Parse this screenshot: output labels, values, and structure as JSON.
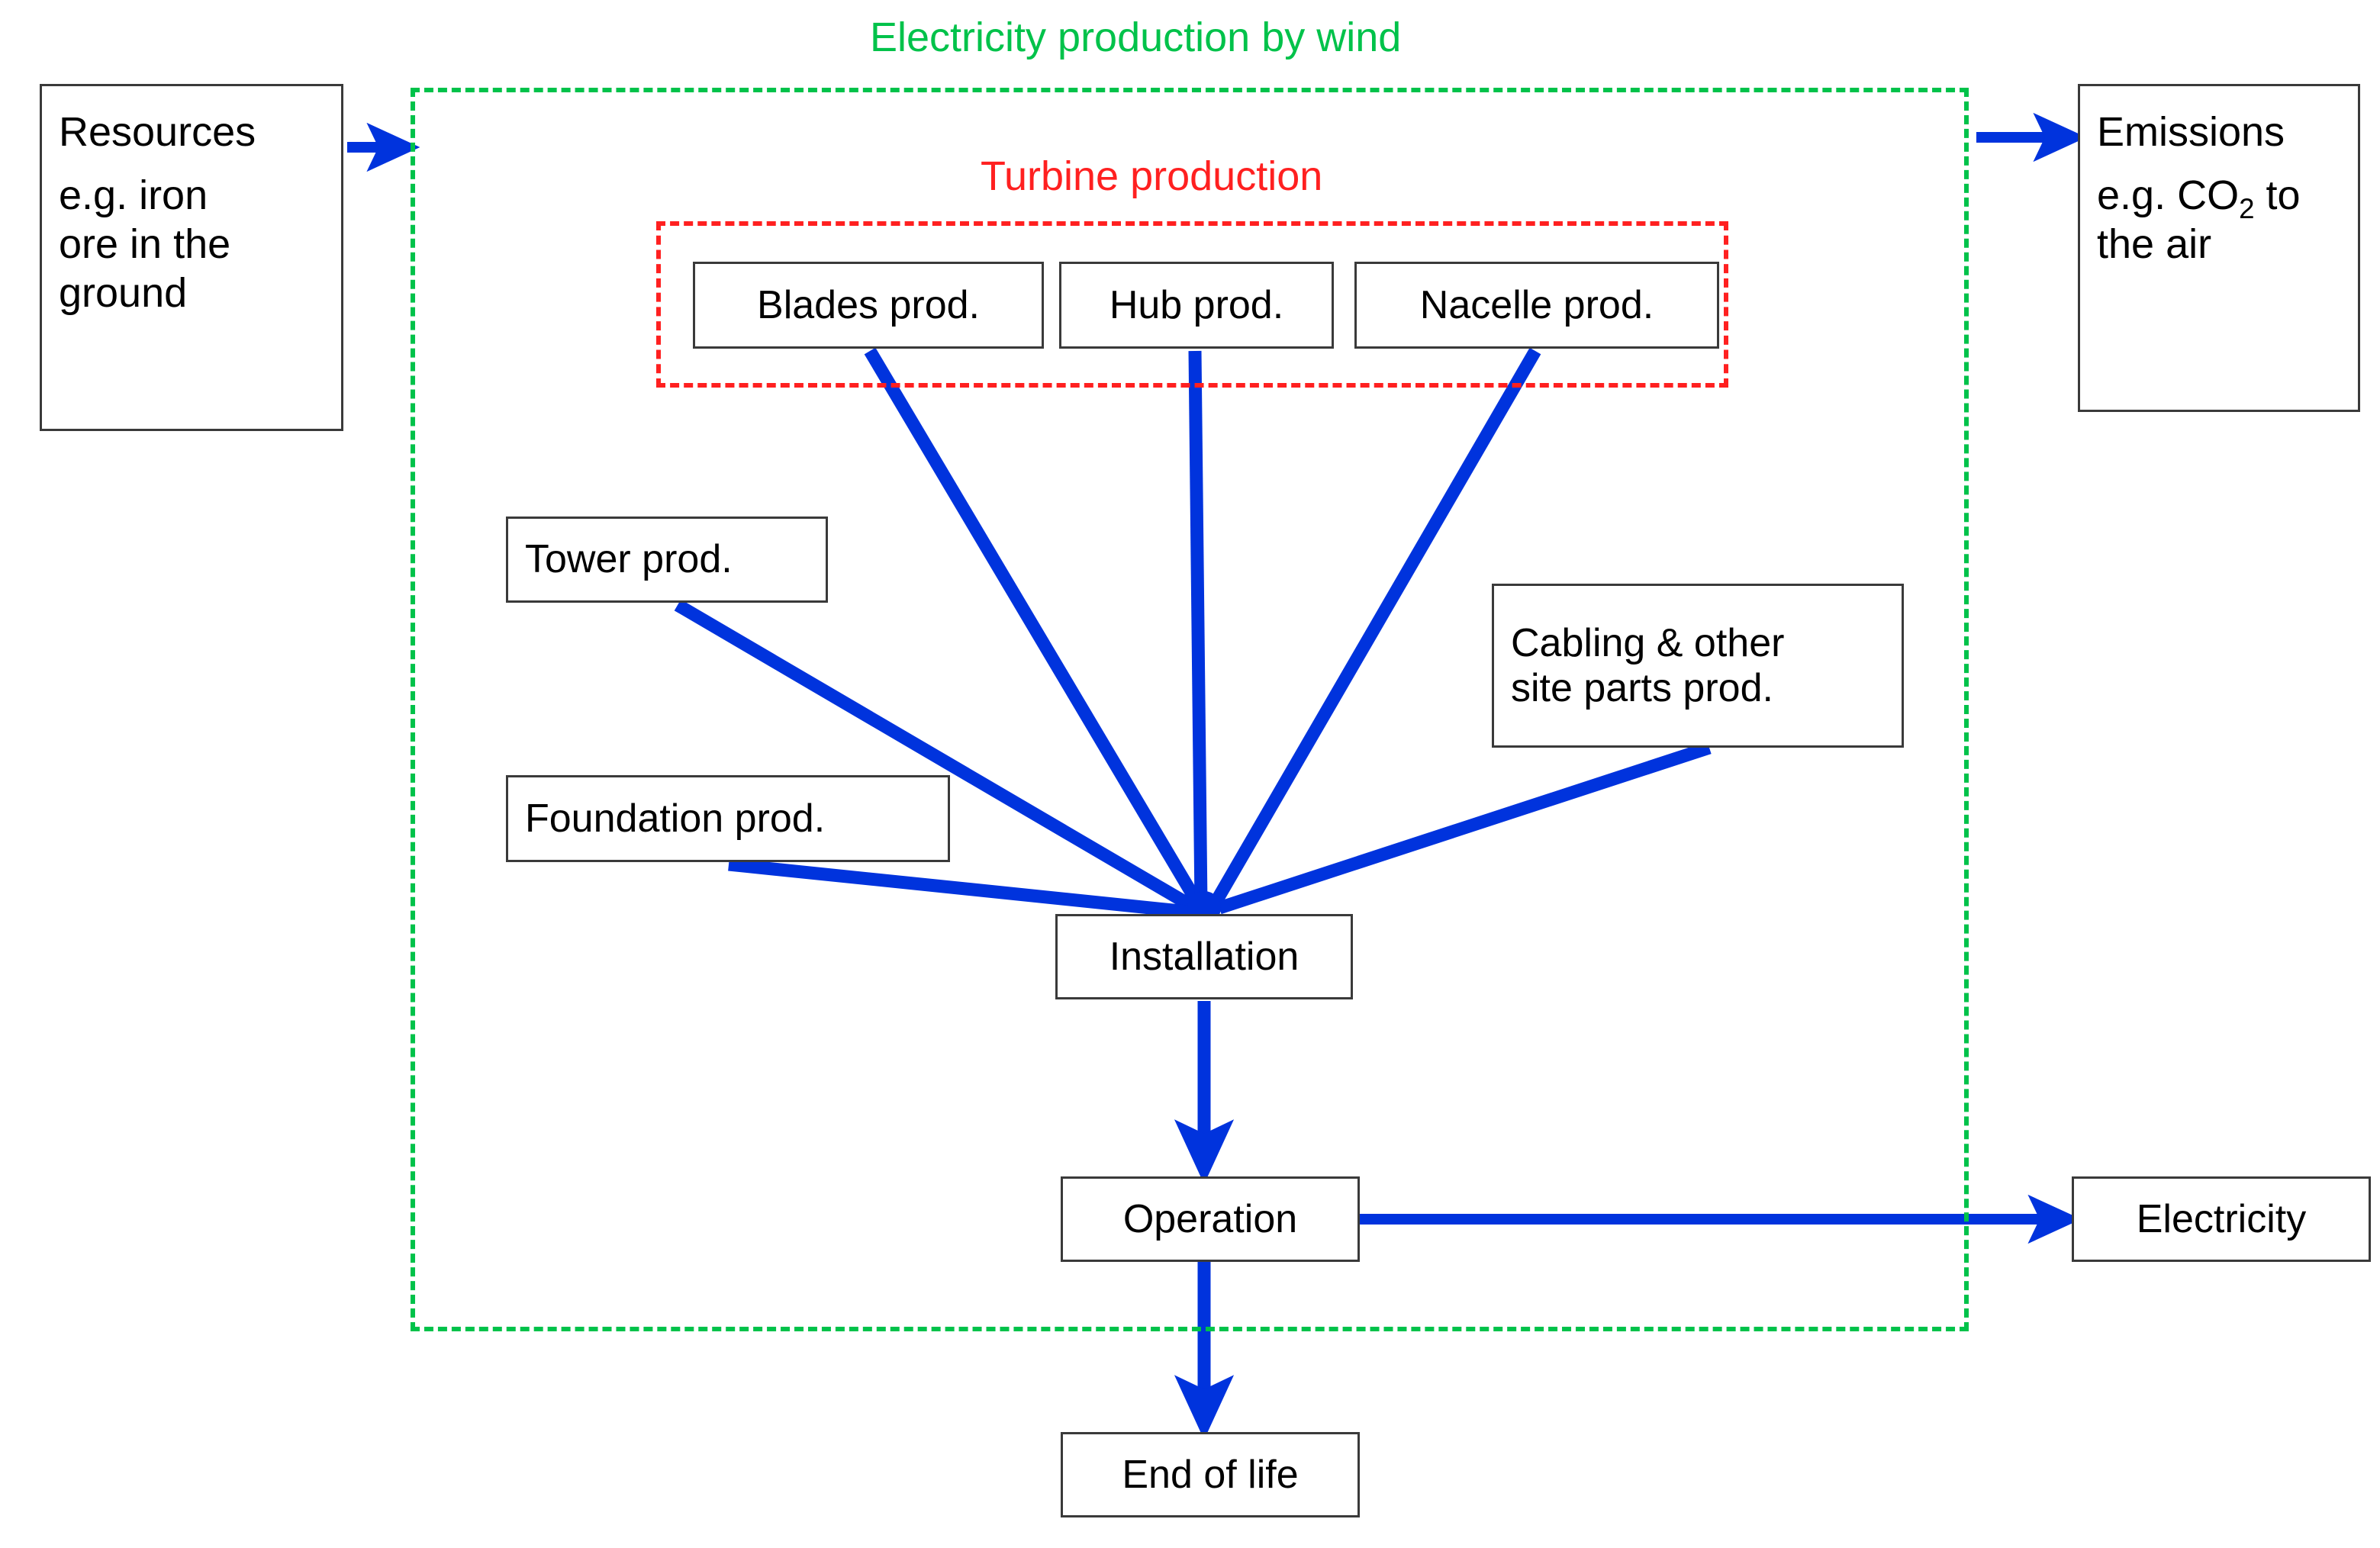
{
  "diagram": {
    "title": "Electricity production by wind",
    "subgroup_title": "Turbine production",
    "colors": {
      "system_boundary": "#00c24a",
      "turbine_boundary": "#ff2020",
      "flow_arrow": "#0033dd",
      "node_border": "#3a3a3a",
      "text": "#000000",
      "background": "#ffffff"
    },
    "nodes": {
      "resources": {
        "title": "Resources",
        "detail": "e.g. iron\nore in the\nground"
      },
      "emissions": {
        "title": "Emissions",
        "detail_pre": "e.g. CO",
        "detail_sub": "2",
        "detail_post": " to\nthe air"
      },
      "blades": "Blades prod.",
      "hub": "Hub prod.",
      "nacelle": "Nacelle prod.",
      "tower": "Tower prod.",
      "cabling": "Cabling & other\nsite parts prod.",
      "foundation": "Foundation prod.",
      "installation": "Installation",
      "operation": "Operation",
      "end_of_life": "End of life",
      "electricity": "Electricity"
    },
    "edges": [
      {
        "from": "resources",
        "to": "system-boundary",
        "style": "arrow"
      },
      {
        "from": "system-boundary",
        "to": "emissions",
        "style": "arrow"
      },
      {
        "from": "blades",
        "to": "installation",
        "style": "line"
      },
      {
        "from": "hub",
        "to": "installation",
        "style": "line"
      },
      {
        "from": "nacelle",
        "to": "installation",
        "style": "line"
      },
      {
        "from": "tower",
        "to": "installation",
        "style": "line"
      },
      {
        "from": "cabling",
        "to": "installation",
        "style": "line"
      },
      {
        "from": "foundation",
        "to": "installation",
        "style": "line"
      },
      {
        "from": "installation",
        "to": "operation",
        "style": "arrow"
      },
      {
        "from": "operation",
        "to": "electricity",
        "style": "arrow"
      },
      {
        "from": "operation",
        "to": "end_of_life",
        "style": "arrow"
      }
    ]
  }
}
